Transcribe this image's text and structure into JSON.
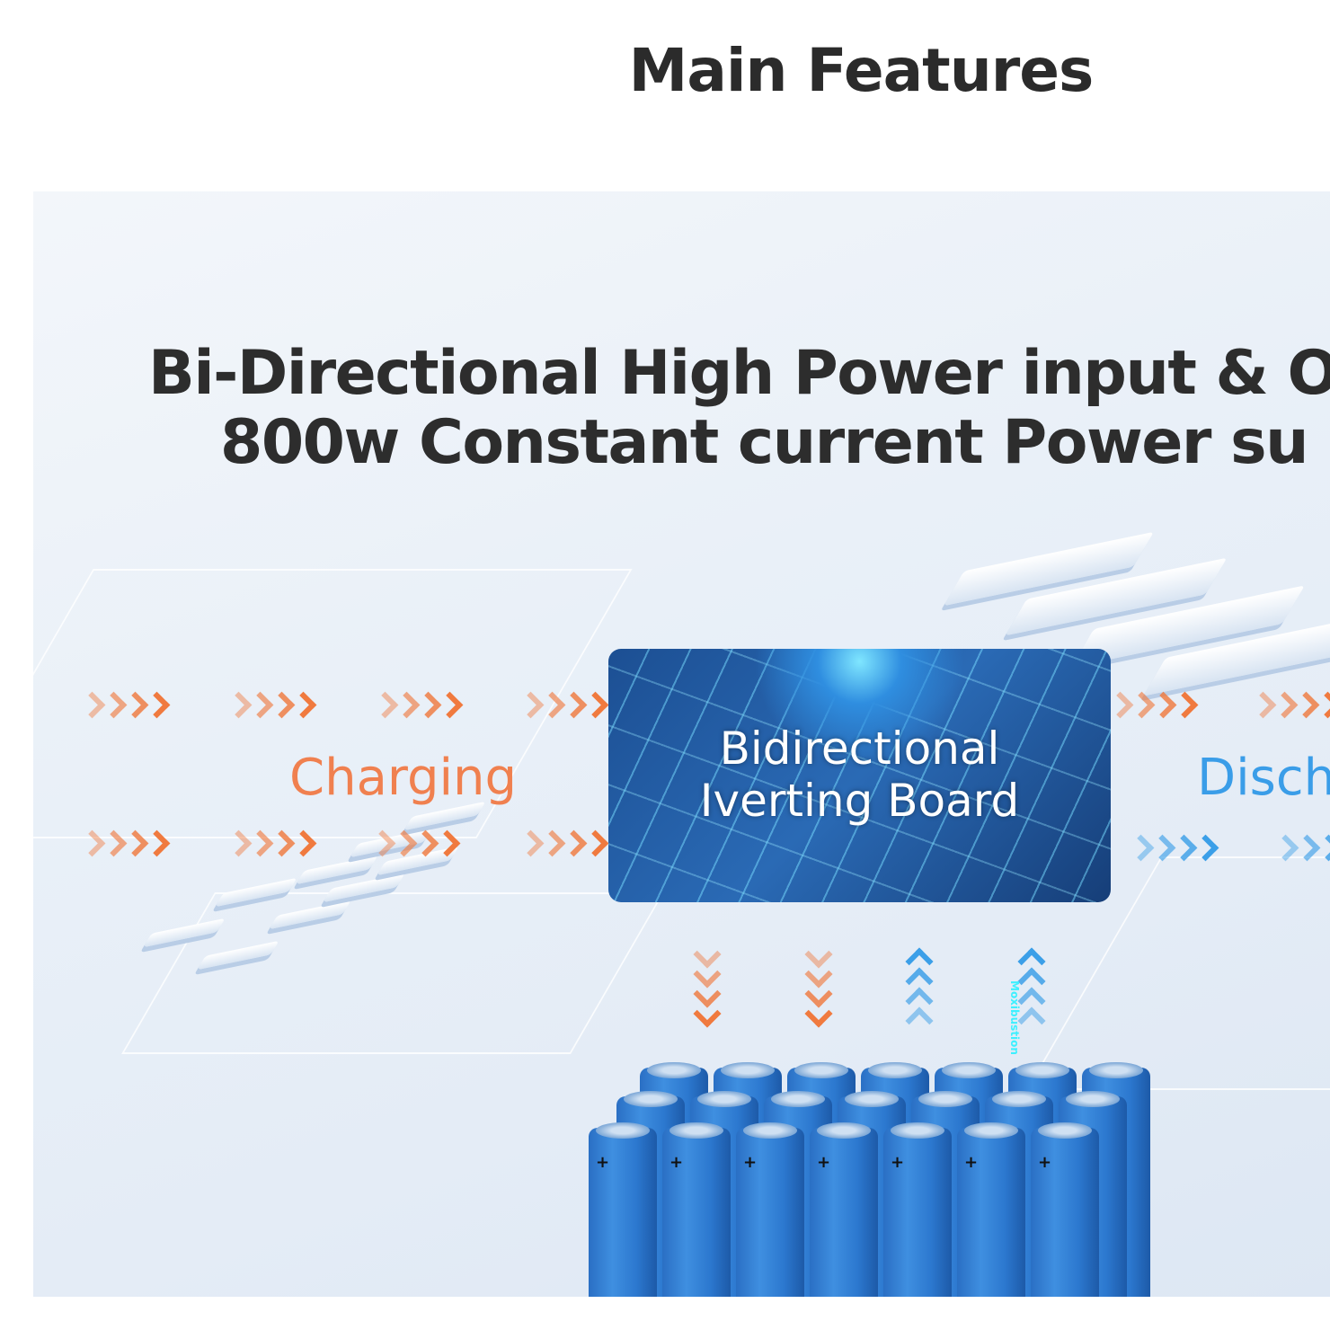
{
  "page_title": "Main Features",
  "headline": {
    "line1": "Bi-Directional High Power input & O",
    "line2": "800w Constant current Power su"
  },
  "charging_label": "Charging",
  "discharging_label": "Disch",
  "board_label": {
    "line1": "Bidirectional",
    "line2": "Iverting Board"
  },
  "watermark": "Moxibustion",
  "colors": {
    "charging": "#f07a3f",
    "discharging": "#3b9fe8",
    "title": "#2b2b2b"
  }
}
